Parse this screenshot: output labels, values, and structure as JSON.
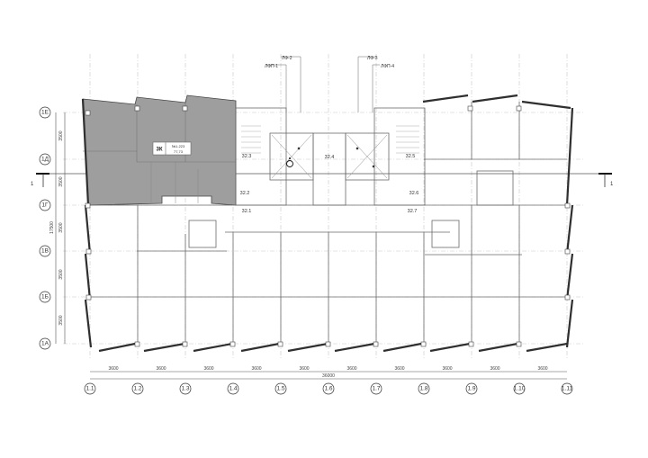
{
  "drawing": {
    "type": "architectural floor plan",
    "highlight_color": "#9a9a9a",
    "wall_color": "#3a3a3a",
    "grid_line_color": "#bbbbbb"
  },
  "vertical_axes": [
    {
      "id": "1.1",
      "label": "1.1"
    },
    {
      "id": "1.2",
      "label": "1.2"
    },
    {
      "id": "1.3",
      "label": "1.3"
    },
    {
      "id": "1.4",
      "label": "1.4"
    },
    {
      "id": "1.5",
      "label": "1.5"
    },
    {
      "id": "1.6",
      "label": "1.6"
    },
    {
      "id": "1.7",
      "label": "1.7"
    },
    {
      "id": "1.8",
      "label": "1.8"
    },
    {
      "id": "1.9",
      "label": "1.9"
    },
    {
      "id": "1.10",
      "label": "1.10"
    },
    {
      "id": "1.11",
      "label": "1.11"
    }
  ],
  "horizontal_axes": [
    {
      "id": "1E",
      "label": "1Е"
    },
    {
      "id": "1D",
      "label": "1Д"
    },
    {
      "id": "1G",
      "label": "1Г"
    },
    {
      "id": "1V",
      "label": "1В"
    },
    {
      "id": "1B",
      "label": "1Б"
    },
    {
      "id": "1A",
      "label": "1А"
    }
  ],
  "bottom_dimensions": {
    "spans": [
      "3600",
      "3600",
      "3600",
      "3600",
      "3600",
      "3600",
      "3600",
      "3600",
      "3600",
      "3600"
    ],
    "total": "36000"
  },
  "left_dimensions": {
    "spans": [
      "3500",
      "3500",
      "3500",
      "3500",
      "3500"
    ],
    "total": "17500"
  },
  "section_marker": {
    "left_label": "1",
    "right_label": "1"
  },
  "leaders": {
    "lf2": "ЛФ-2",
    "lfp1": "ЛФП-1",
    "lf3": "ЛФ-3",
    "lfp4": "ЛФП-4"
  },
  "highlighted_apartment": {
    "type_label": "3К",
    "number": "№1-223",
    "area": "77,73"
  },
  "core_labels": {
    "c1": "32.1",
    "c2": "32.2",
    "c3": "32.3",
    "c4": "32.4",
    "c5": "32.5",
    "c6": "32.6",
    "c7": "32.7"
  }
}
